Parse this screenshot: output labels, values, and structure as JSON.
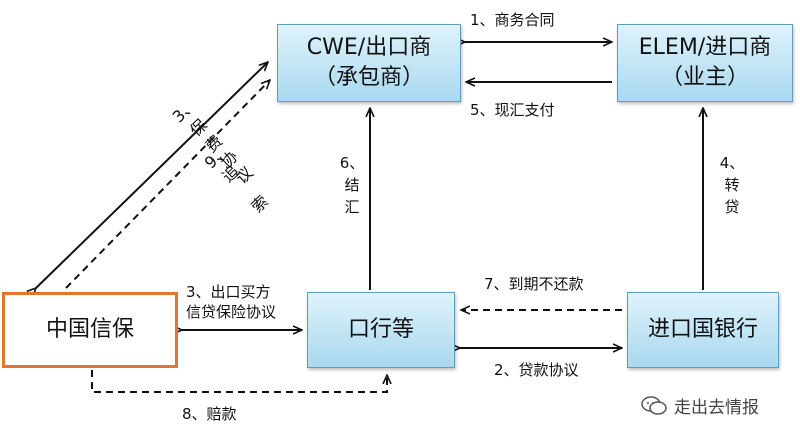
{
  "boxes": {
    "cwe_line1": "CWE/出口商",
    "cwe_line2": "（承包商）",
    "elem_line1": "ELEM/进口商",
    "elem_line2": "（业主）",
    "sinosure": "中国信保",
    "bank": "口行等",
    "importer_bank": "进口国银行"
  },
  "labels": {
    "l1": "1、商务合同",
    "l5": "5、现汇支付",
    "l6_num": "6、",
    "l6_a": "结",
    "l6_b": "汇",
    "l4_num": "4、",
    "l4_a": "转",
    "l4_b": "贷",
    "l3_line1": "3、出口买方",
    "l3_line2": "信贷保险协议",
    "l7": "7、到期不还款",
    "l2": "2、贷款协议",
    "l8": "8、赔款",
    "diag3_a": "3、",
    "diag3_b": "保",
    "diag3_c": "费",
    "diag3_d": "协",
    "diag3_e": "议",
    "diag9_a": "9、",
    "diag9_b": "追",
    "diag9_c": "索"
  },
  "watermark": "走出去情报",
  "colors": {
    "box_fill_top": "#dff3fb",
    "box_fill_bottom": "#a9d8ef",
    "box_border": "#5a9fc0",
    "sinosure_border": "#e8742a",
    "arrow": "#111111"
  }
}
